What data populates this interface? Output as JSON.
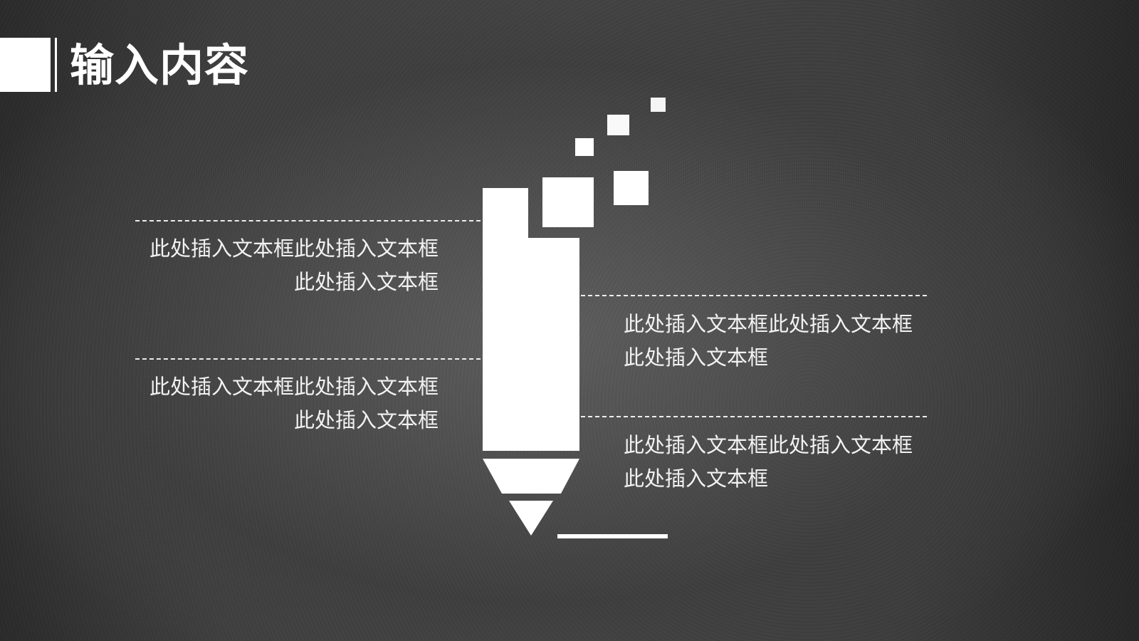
{
  "header": {
    "title": "输入内容"
  },
  "colors": {
    "background_center": "#5e5e5e",
    "background_edge": "#262626",
    "foreground": "#ffffff",
    "text": "#f2f2f2"
  },
  "graphic": {
    "icon": "pencil-icon",
    "decor": "pixel-squares"
  },
  "text_blocks": [
    {
      "position": "left-top",
      "line1": "此处插入文本框此处插入文本框",
      "line2": "此处插入文本框"
    },
    {
      "position": "right-top",
      "line1": "此处插入文本框此处插入文本框",
      "line2": "此处插入文本框"
    },
    {
      "position": "left-bottom",
      "line1": "此处插入文本框此处插入文本框",
      "line2": "此处插入文本框"
    },
    {
      "position": "right-bottom",
      "line1": "此处插入文本框此处插入文本框",
      "line2": "此处插入文本框"
    }
  ]
}
